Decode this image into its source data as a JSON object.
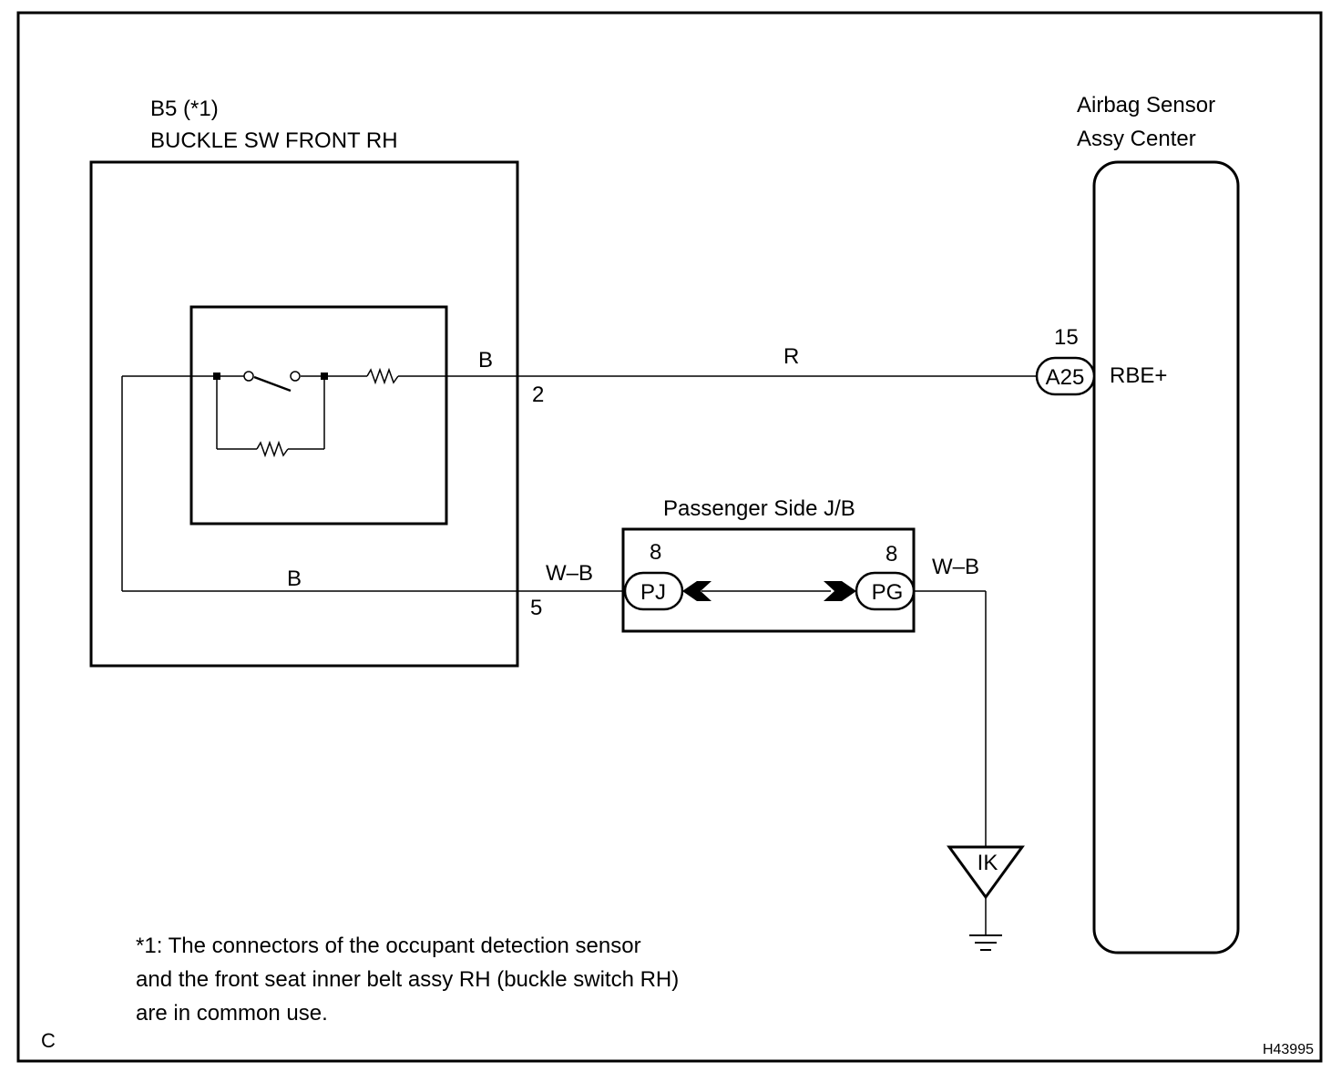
{
  "buckle_switch": {
    "code": "B5 (*1)",
    "name": "BUCKLE SW FRONT RH",
    "pin_upper": "2",
    "pin_lower": "5",
    "wire_upper_inner": "B",
    "wire_lower_inner": "B"
  },
  "airbag_sensor": {
    "name_line1": "Airbag Sensor",
    "name_line2": "Assy Center",
    "connector": "A25",
    "pin": "15",
    "terminal": "RBE+"
  },
  "junction_block": {
    "name": "Passenger Side J/B",
    "left_connector": "PJ",
    "left_pin": "8",
    "right_connector": "PG",
    "right_pin": "8"
  },
  "wires": {
    "upper_color": "R",
    "lower_left_color": "W–B",
    "lower_right_color": "W–B"
  },
  "ground": {
    "label": "IK"
  },
  "footnote": {
    "line1": "*1: The connectors of the occupant detection sensor",
    "line2": "and the front seat inner belt assy RH (buckle switch RH)",
    "line3": "are in common use."
  },
  "corner_letter": "C",
  "figure_id": "H43995"
}
